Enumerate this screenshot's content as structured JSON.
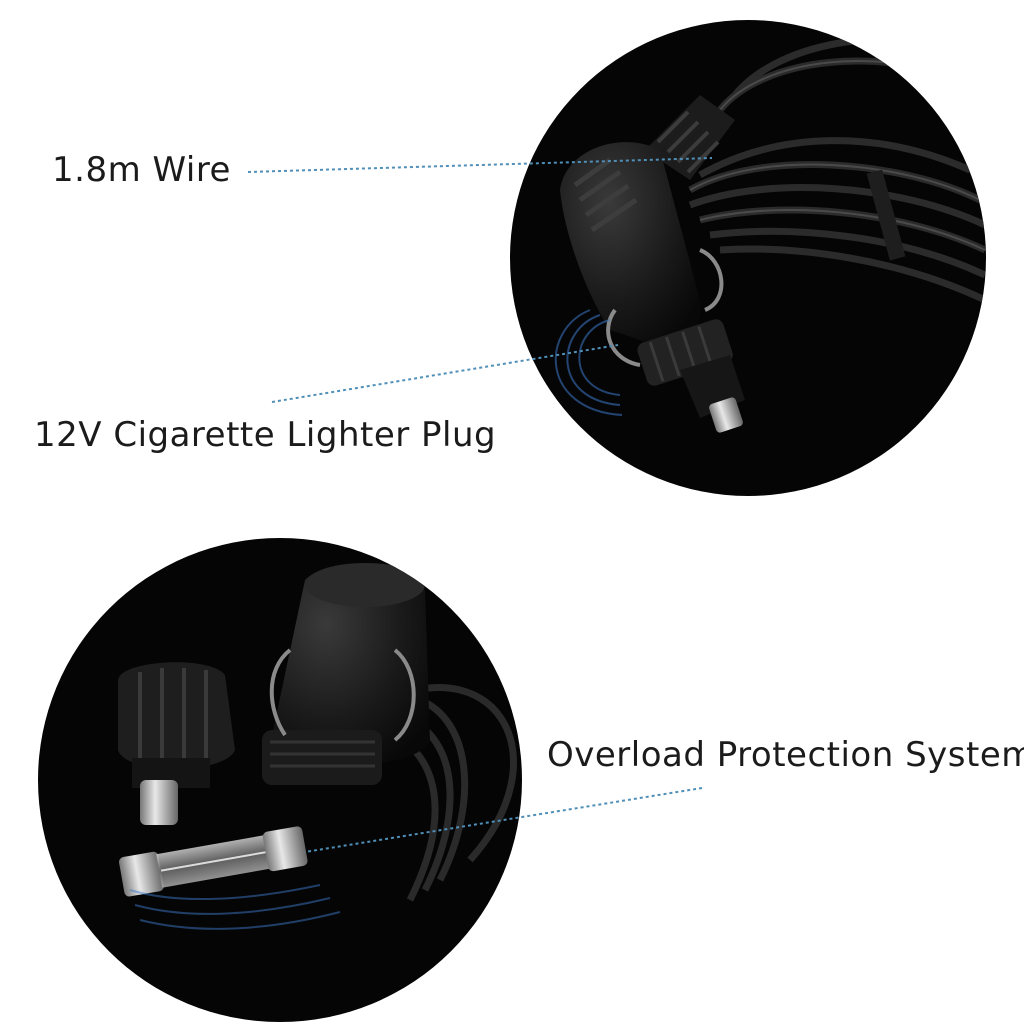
{
  "labels": {
    "wire": "1.8m Wire",
    "plug": "12V Cigarette Lighter Plug",
    "overload": "Overload Protection System"
  },
  "colors": {
    "background": "#ffffff",
    "circle": "#050505",
    "callout_line": "#4f8fb8",
    "accent_glow": "#3c78c8"
  }
}
